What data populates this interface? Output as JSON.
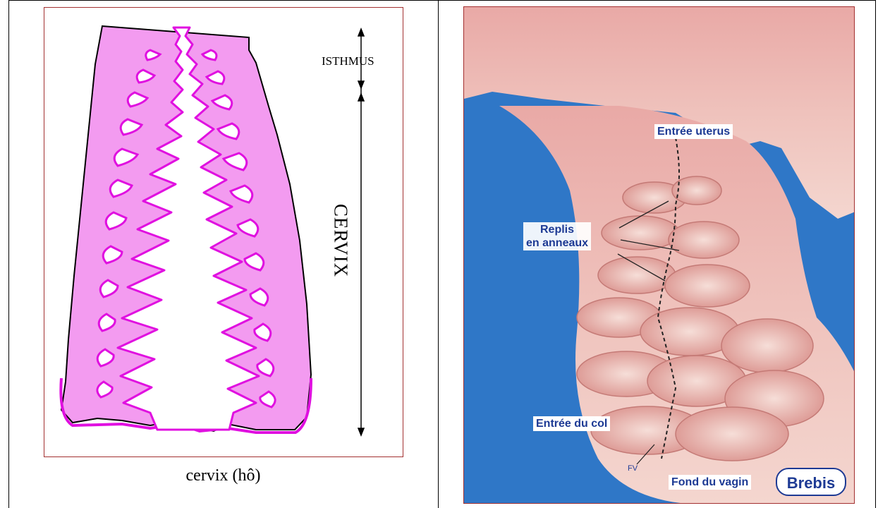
{
  "left_panel": {
    "isthmus_label": "ISTHMUS",
    "cervix_label": "CERVIX",
    "caption": "cervix (hô)",
    "colors": {
      "tissue": "#f39bf0",
      "fold_outline": "#e010e0",
      "border": "#a33030"
    }
  },
  "right_panel": {
    "labels": {
      "entree_uterus": "Entrée uterus",
      "replis_line1": "Replis",
      "replis_line2": "en anneaux",
      "entree_col": "Entrée du col",
      "fv": "FV",
      "fond_vagin": "Fond du vagin",
      "brebis": "Brebis"
    },
    "colors": {
      "background_blue": "#2f77c7",
      "tissue_pink": "#e7b3ae",
      "label_text": "#1d3a94"
    }
  }
}
